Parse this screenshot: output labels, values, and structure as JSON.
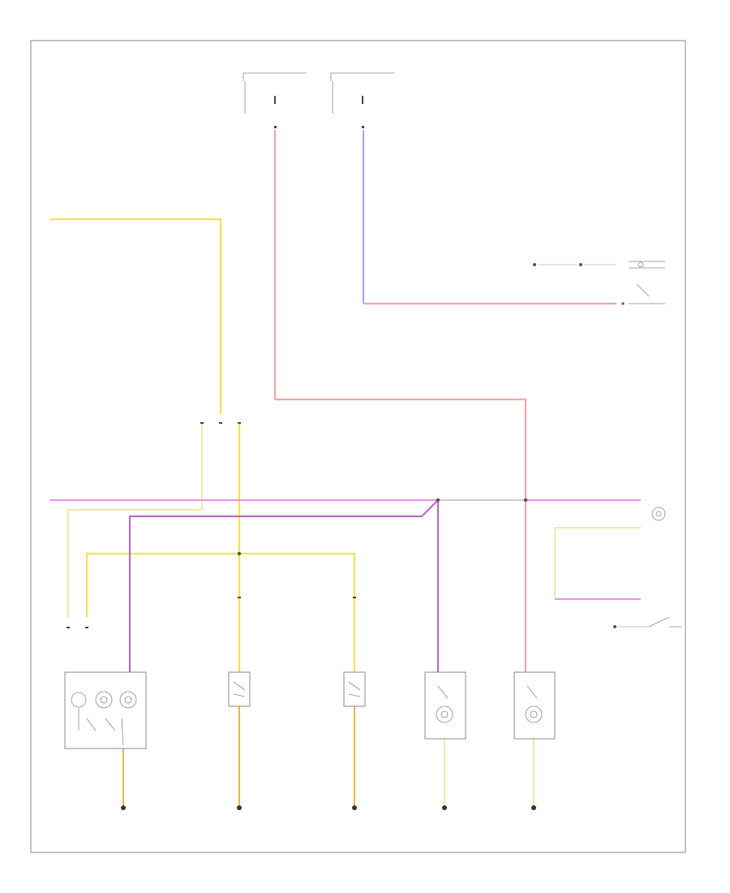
{
  "diagram": {
    "footer_code": "",
    "colors": {
      "red": "#f7a5a8",
      "blue": "#a9a8f2",
      "yellow": "#f3e34f",
      "pale_yellow": "#efe9a8",
      "pink": "#f08ce6",
      "purple": "#b76cc2",
      "orange": "#f0b54a",
      "gray": "#9a9a9a"
    },
    "components": [
      {
        "id": "front-dome-light",
        "label": ""
      },
      {
        "id": "passenger-vanity-light",
        "label": ""
      },
      {
        "id": "driver-vanity-light",
        "label": ""
      },
      {
        "id": "rear-reading-light-left",
        "label": ""
      },
      {
        "id": "rear-reading-light-right",
        "label": ""
      },
      {
        "id": "glove-box-light",
        "label": ""
      },
      {
        "id": "luggage-compartment-light",
        "label": ""
      },
      {
        "id": "trunk-lid-switch",
        "label": ""
      }
    ],
    "grounds": [
      "",
      "",
      "",
      "",
      ""
    ]
  }
}
